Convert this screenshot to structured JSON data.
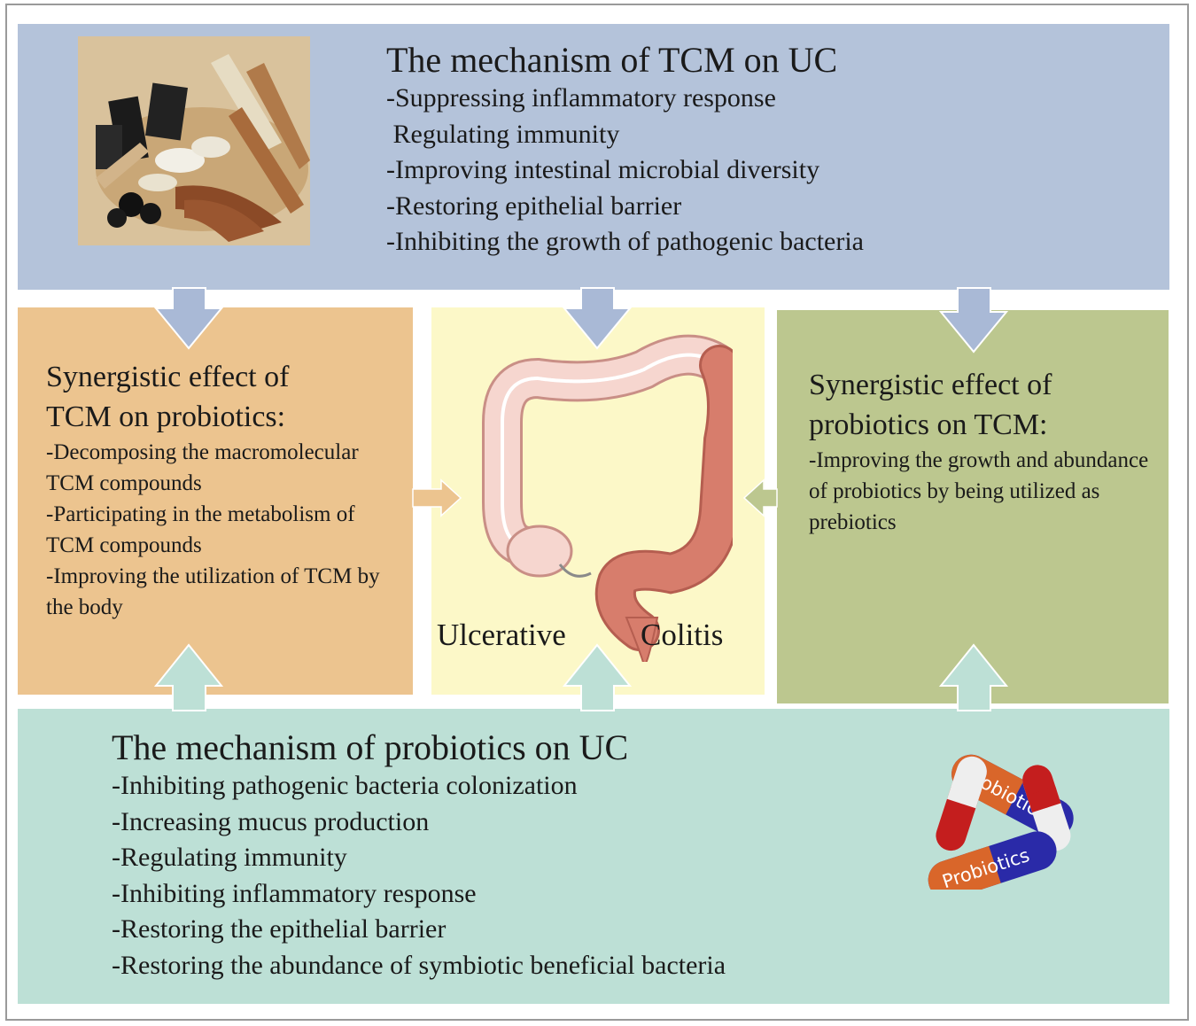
{
  "top_panel": {
    "title": "The mechanism of TCM on UC",
    "items": [
      "-Suppressing inflammatory response",
      " Regulating immunity",
      "-Improving intestinal microbial diversity",
      "-Restoring epithelial barrier",
      "-Inhibiting the growth of pathogenic bacteria"
    ],
    "color": "#b4c3da"
  },
  "left_panel": {
    "title_line1": "Synergistic effect of",
    "title_line2": "TCM on probiotics:",
    "items": [
      "-Decomposing the macromolecular TCM compounds",
      "-Participating in the metabolism of TCM compounds",
      "-Improving the utilization of TCM by the body"
    ],
    "color": "#ecc48f"
  },
  "center_panel": {
    "label_word1": "Ulcerative",
    "label_word2": "Colitis",
    "color": "#fcf8c8"
  },
  "right_panel": {
    "title_line1": "Synergistic effect of",
    "title_line2": "probiotics on TCM:",
    "items": [
      "-Improving the growth and abundance of probiotics by being utilized as prebiotics"
    ],
    "color": "#bcc78f"
  },
  "bottom_panel": {
    "title": "The mechanism of probiotics on UC",
    "items": [
      "-Inhibiting pathogenic bacteria colonization",
      "-Increasing mucus production",
      "-Regulating immunity",
      "-Inhibiting inflammatory response",
      "-Restoring the epithelial barrier",
      "-Restoring the abundance of symbiotic beneficial bacteria"
    ],
    "color": "#bde0d6"
  },
  "pill_labels": [
    "Probiotics",
    "Probiotics"
  ],
  "arrow_colors": {
    "down": "#a9b9d6",
    "up": "#bde0d6",
    "left_to_center": "#ecc48f",
    "right_to_center": "#bcc78f"
  }
}
